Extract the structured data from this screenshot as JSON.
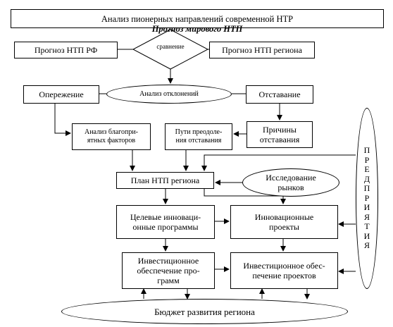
{
  "title": {
    "main": "Анализ пионерных направлений современной НТР",
    "emphasis": "Прогноз мирового НТП"
  },
  "nodes": {
    "forecast_rf": "Прогноз НТП РФ",
    "comparison": "сравнение",
    "forecast_region": "Прогноз НТП региона",
    "lead": "Опережение",
    "deviation_analysis": "Анализ отклонений",
    "lag": "Отставание",
    "favorable_factors": "Анализ благопри-\nятных факторов",
    "overcome_paths": "Пути преодоле-\nния отставания",
    "lag_causes": "Причины\nотставания",
    "region_plan": "План НТП региона",
    "market_research": "Исследование\nрынков",
    "target_programs": "Целевые инноваци-\nонные программы",
    "innovation_projects": "Инновационные\nпроекты",
    "program_investment": "Инвестиционное\nобеспечение про-\nграмм",
    "project_investment": "Инвестиционное обес-\nпечение проектов",
    "enterprises": [
      "П",
      "Р",
      "Е",
      "Д",
      "П",
      "Р",
      "И",
      "Я",
      "Т",
      "И",
      "Я"
    ],
    "regional_budget": "Бюджет развития региона"
  }
}
